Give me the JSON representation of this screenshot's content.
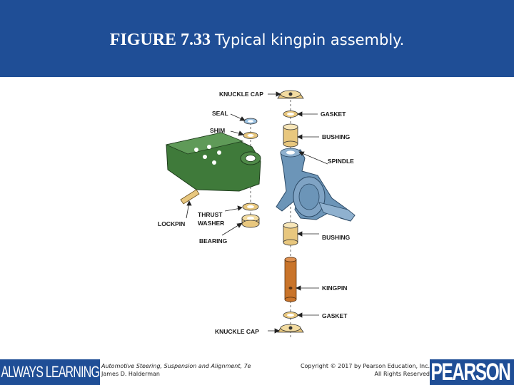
{
  "slide": {
    "figure_number": "FIGURE 7.33",
    "caption": "Typical kingpin assembly."
  },
  "diagram": {
    "labels": {
      "knuckle_cap_top": "KNUCKLE CAP",
      "seal": "SEAL",
      "gasket_top": "GASKET",
      "shim": "SHIM",
      "bushing_top": "BUSHING",
      "spindle": "SPINDLE",
      "thrust": "THRUST",
      "washer": "WASHER",
      "lockpin": "LOCKPIN",
      "bearing": "BEARING",
      "bushing_bottom": "BUSHING",
      "kingpin": "KINGPIN",
      "gasket_bottom": "GASKET",
      "knuckle_cap_bottom": "KNUCKLE CAP"
    },
    "colors": {
      "axle": "#3f7a3a",
      "spindle": "#6c95b8",
      "brass": "#e8c77e",
      "kingpin": "#c9742a"
    }
  },
  "footer": {
    "brand_left": "ALWAYS LEARNING",
    "book_title": "Automotive Steering, Suspension and Alignment, 7e",
    "author": "James D. Halderman",
    "copyright": "Copyright © 2017 by Pearson Education, Inc.",
    "rights": "All Rights Reserved",
    "brand_right": "PEARSON"
  }
}
